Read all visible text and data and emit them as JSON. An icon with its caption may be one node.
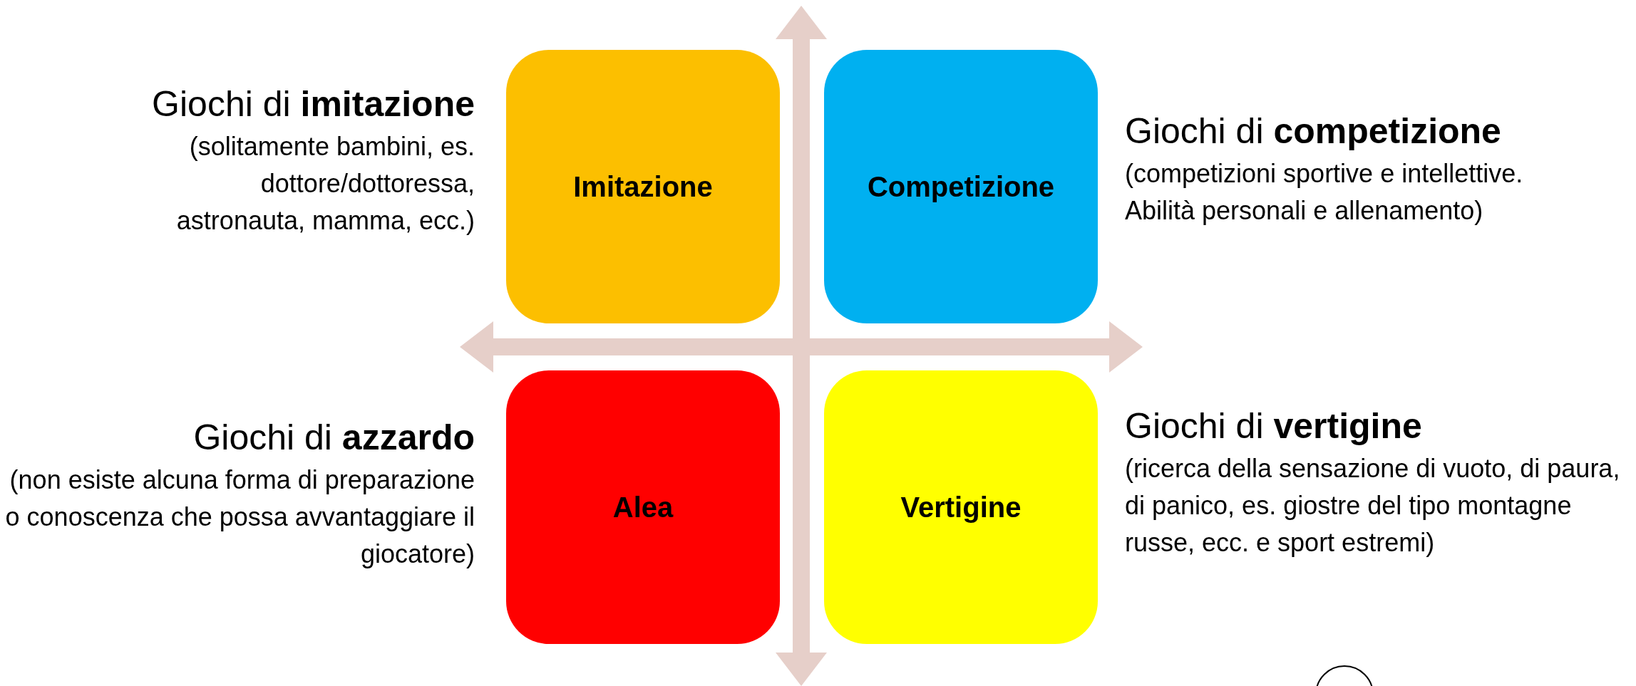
{
  "diagram": {
    "nodes": [
      {
        "text": [
          "Imitazione"
        ],
        "beside": [
          "Giochi di **imitazione**",
          "(solitamente bambini, es. dottore/dottoressa, astronauta, mamma, ecc.)"
        ]
      },
      {
        "text": [
          "Competizione"
        ],
        "beside": [
          "Giochi di **competizione**",
          "(competizioni sportive e intellettive. Abilità personali e allenamento)"
        ]
      },
      {
        "text": [
          "Alea"
        ],
        "beside": [
          "Giochi di **azzardo**",
          "(non esiste alcuna forma di preparazione o conoscenza che possa avvantaggiare il giocatore)"
        ]
      },
      {
        "text": [
          "Vertigine"
        ],
        "beside": [
          "Giochi di **vertigine**",
          "(ricerca della sensazione di vuoto, di paura, di panico, es. giostre del tipo montagne russe, ecc. e sport estremi)"
        ]
      },
      {
        "text": [],
        "shape": "circle"
      }
    ],
    "edges": []
  }
}
